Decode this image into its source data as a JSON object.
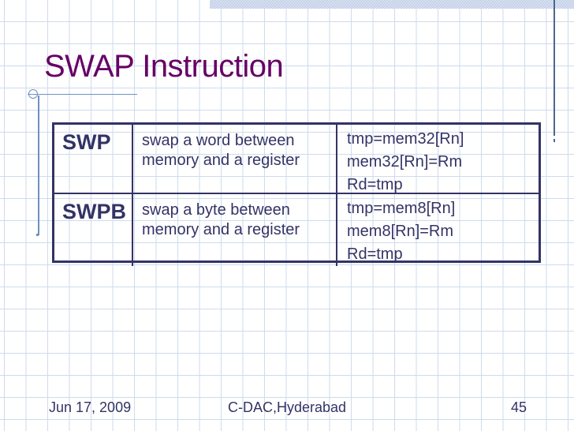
{
  "slide_title": "SWAP Instruction",
  "table": {
    "rows": [
      {
        "mnemonic": "SWP",
        "description": "swap a word between memory and a register",
        "ops": [
          "tmp=mem32[Rn]",
          "mem32[Rn]=Rm",
          "Rd=tmp"
        ]
      },
      {
        "mnemonic": "SWPB",
        "description": "swap a byte between memory and a register",
        "ops": [
          "tmp=mem8[Rn]",
          "mem8[Rn]=Rm",
          "Rd=tmp"
        ]
      }
    ]
  },
  "footer": {
    "date": "Jun 17, 2009",
    "organization": "C-DAC,Hyderabad",
    "slide_number": "45"
  },
  "colors": {
    "title_text": "#660066",
    "body_text": "#333366",
    "table_border": "#333366",
    "accent_line": "#7090c0",
    "right_rule": "#4e6590",
    "grid_line": "#cedbec",
    "top_bar_blue": "#9db3d9",
    "background": "#ffffff"
  }
}
